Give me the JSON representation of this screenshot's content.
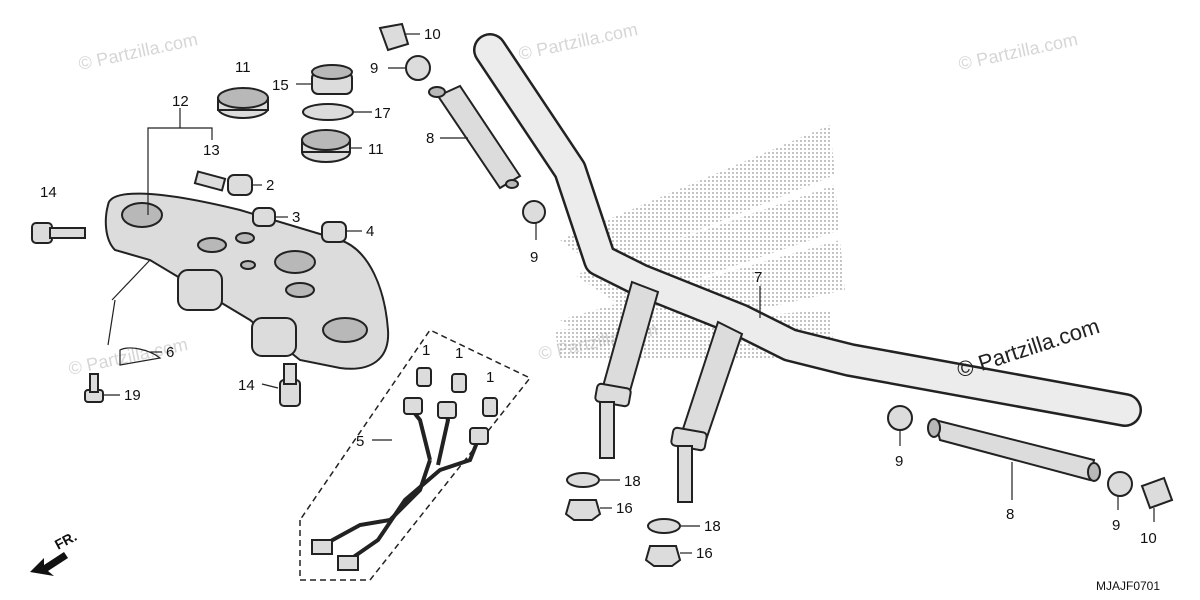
{
  "watermarks": [
    "© Partzilla.com",
    "© Partzilla.com",
    "© Partzilla.com",
    "© Partzilla.com",
    "© Partzilla.com"
  ],
  "watermark_main": "© Partzilla.com",
  "diagram_code": "MJAJF0701",
  "direction_label": "FR.",
  "callouts": {
    "c1a": "1",
    "c1b": "1",
    "c1c": "1",
    "c2": "2",
    "c3": "3",
    "c4": "4",
    "c5": "5",
    "c6": "6",
    "c7": "7",
    "c8a": "8",
    "c8b": "8",
    "c9a": "9",
    "c9b": "9",
    "c9c": "9",
    "c9d": "9",
    "c10a": "10",
    "c10b": "10",
    "c11a": "11",
    "c11b": "11",
    "c12": "12",
    "c13": "13",
    "c14a": "14",
    "c14b": "14",
    "c15": "15",
    "c16a": "16",
    "c16b": "16",
    "c17": "17",
    "c18a": "18",
    "c18b": "18",
    "c19": "19"
  },
  "colors": {
    "line": "#222222",
    "part_fill": "#dcdcdc",
    "watermark": "#d6d6d6",
    "wing_dots": "#9a9a9a"
  }
}
